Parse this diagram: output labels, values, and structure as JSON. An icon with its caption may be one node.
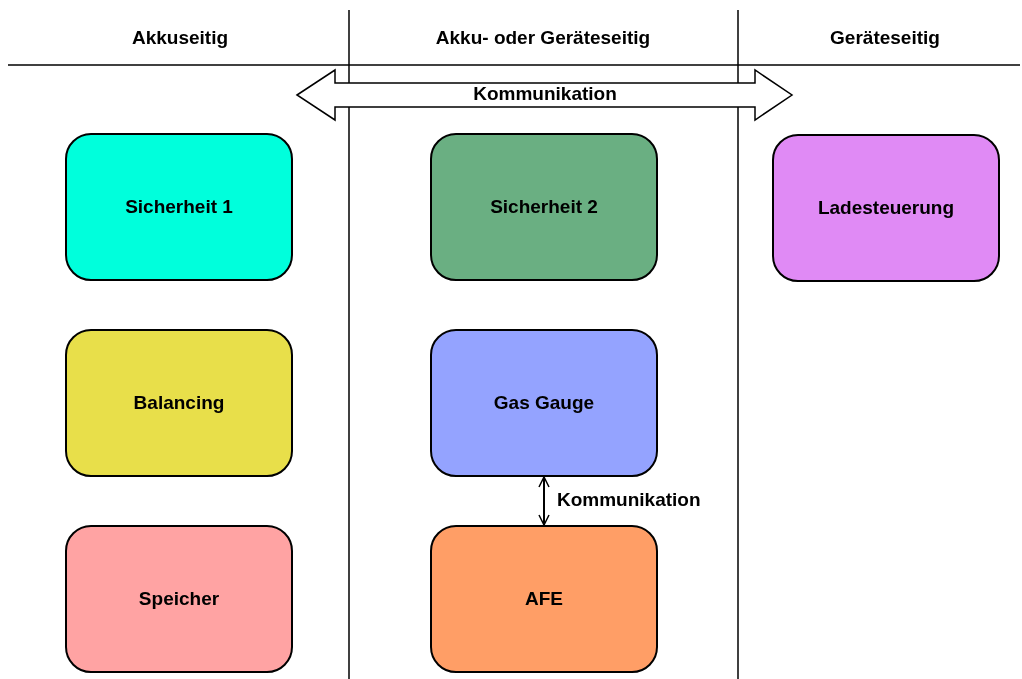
{
  "diagram": {
    "nodes": [
      {
        "text": [
          "Sicherheit 1"
        ]
      },
      {
        "text": [
          "Sicherheit 2"
        ]
      },
      {
        "text": [
          "Ladesteuerung"
        ]
      },
      {
        "text": [
          "Balancing"
        ]
      },
      {
        "text": [
          "Gas Gauge"
        ]
      },
      {
        "text": [
          "Speicher"
        ]
      },
      {
        "text": [
          "AFE"
        ]
      }
    ],
    "edges": [
      {
        "from": 4,
        "to": 6,
        "arrow": "both",
        "label": "Kommunikation"
      }
    ],
    "labels": [
      "Akkuseitig",
      "Akku- oder Geräteseitig",
      "Geräteseitig",
      "Kommunikation"
    ]
  }
}
